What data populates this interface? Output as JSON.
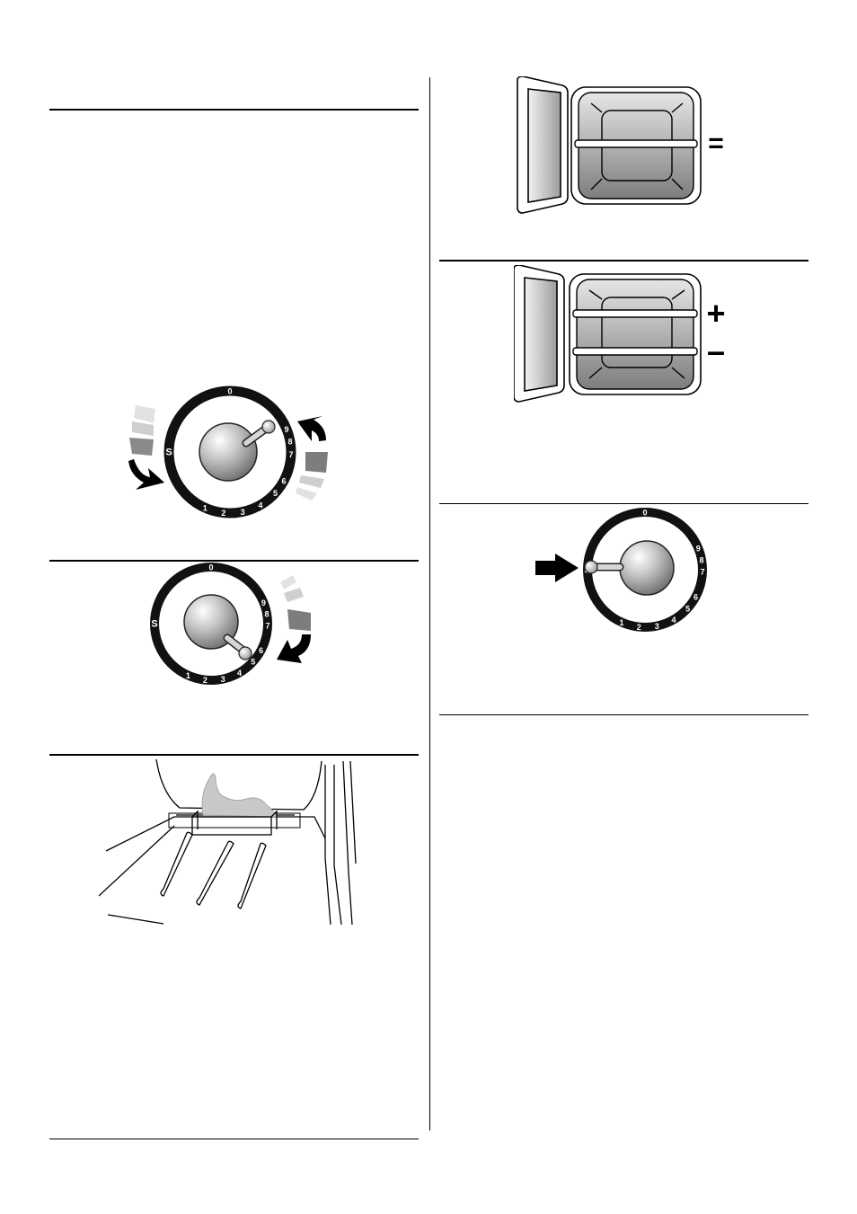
{
  "dial": {
    "marks": [
      "0",
      "9",
      "8",
      "7",
      "6",
      "5",
      "4",
      "3",
      "2",
      "1",
      "S"
    ]
  },
  "rack_symbols": {
    "equal": "=",
    "plus": "+",
    "minus": "–"
  },
  "colors": {
    "ink": "#000000",
    "dial_ring": "#111111",
    "knob_gray": "#a8a8a8",
    "arrow_dark": "#707070",
    "arrow_light": "#d0d0d0"
  }
}
